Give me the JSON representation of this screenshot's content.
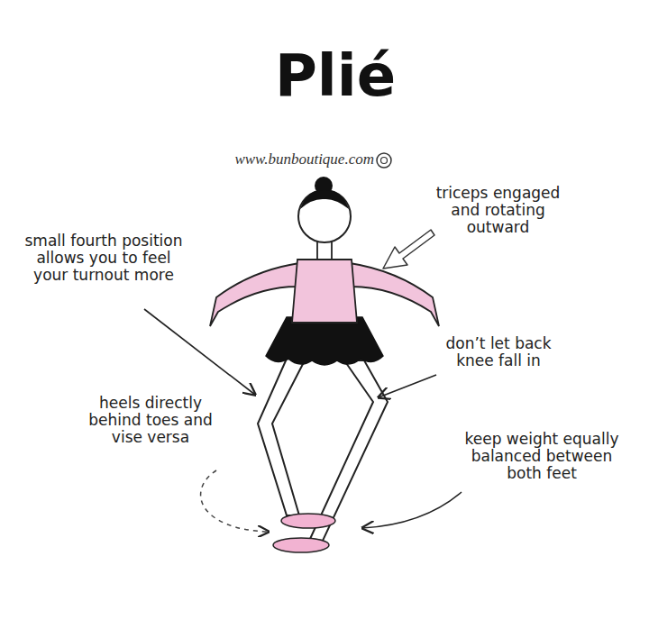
{
  "diagram": {
    "title": "Plié",
    "labels": [
      "www.bunboutique.com",
      "triceps engaged and rotating outward",
      "small fourth position allows you to feel your turnout more",
      "don’t let back knee fall in",
      "heels directly behind toes and vise versa",
      "keep weight equally balanced between both feet"
    ]
  }
}
